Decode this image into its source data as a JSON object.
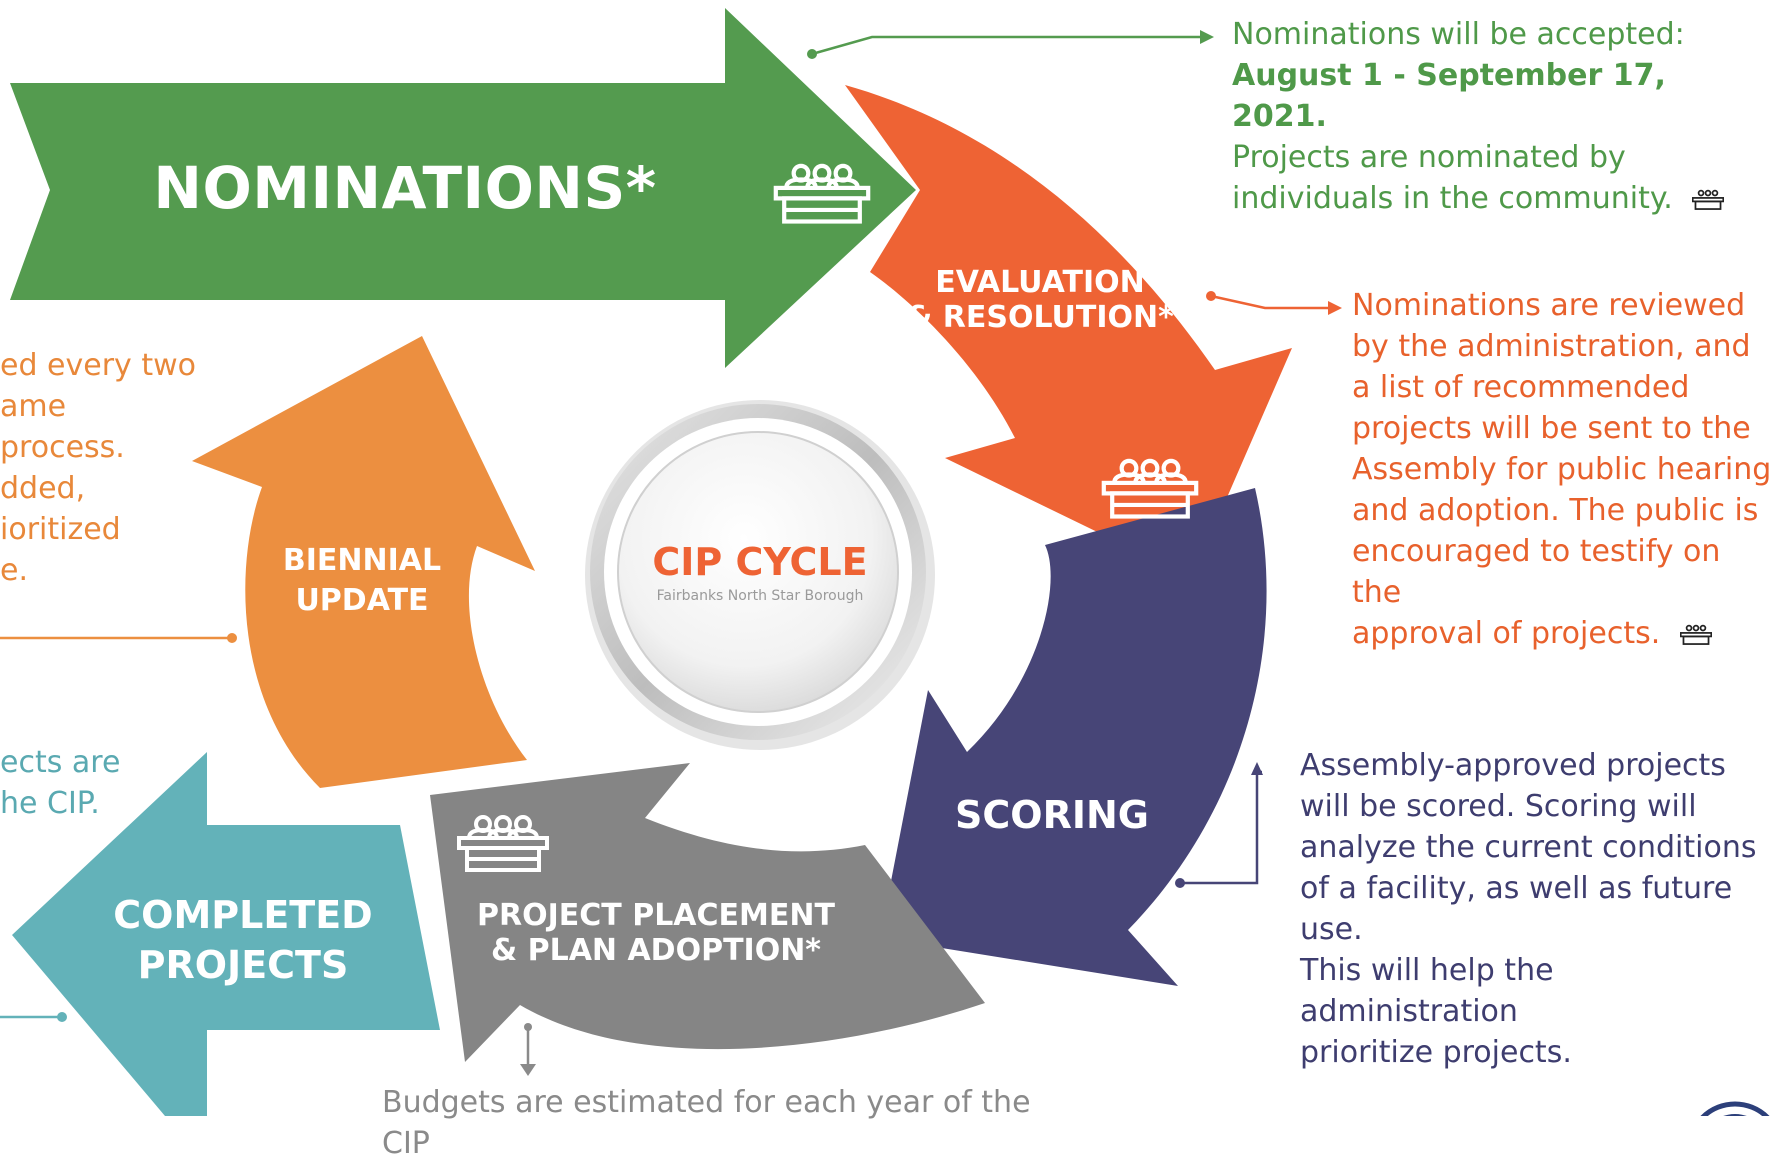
{
  "stages": {
    "nominations": "NOMINATIONS*",
    "evaluation_line1": "EVALUATION",
    "evaluation_line2": "& RESOLUTION*",
    "scoring": "SCORING",
    "placement_line1": "PROJECT PLACEMENT",
    "placement_line2": "& PLAN ADOPTION*",
    "biennial_line1": "BIENNIAL",
    "biennial_line2": "UPDATE",
    "completed_line1": "COMPLETED",
    "completed_line2": "PROJECTS"
  },
  "center": {
    "title": "CIP CYCLE",
    "subtitle": "Fairbanks North Star Borough"
  },
  "notes": {
    "nominations": {
      "line1": "Nominations will be accepted:",
      "dates": "August 1 - September 17, 2021.",
      "line3": "Projects are nominated by",
      "line4": "individuals in the community."
    },
    "evaluation": [
      "Nominations are reviewed",
      "by the administration, and",
      "a list of recommended",
      "projects will be sent to the",
      "Assembly for public hearing",
      "and adoption. The public is",
      "encouraged to testify on the",
      "approval of projects."
    ],
    "scoring": [
      "Assembly-approved projects",
      "will be scored. Scoring will",
      "analyze the current conditions",
      "of a facility, as well as future use.",
      "This will help the administration",
      "prioritize projects."
    ],
    "biennial_partial": [
      "ed every two",
      "ame process.",
      "dded,",
      "ioritized",
      "e."
    ],
    "completed_partial": [
      "ects are",
      "he CIP."
    ],
    "budget": "Budgets are estimated for each year of the CIP"
  },
  "colors": {
    "green": "#549b4f",
    "orange_red": "#ee6334",
    "navy": "#474577",
    "gray": "#858585",
    "orange": "#ec8f40",
    "teal": "#63b2b9",
    "note_green": "#4f9949",
    "note_red": "#e8612c",
    "note_navy": "#3e3d6f",
    "note_orange": "#e8883a",
    "note_teal": "#5aa9b1",
    "note_gray": "#8a8a8a"
  },
  "icons": [
    "assembly-icon"
  ]
}
